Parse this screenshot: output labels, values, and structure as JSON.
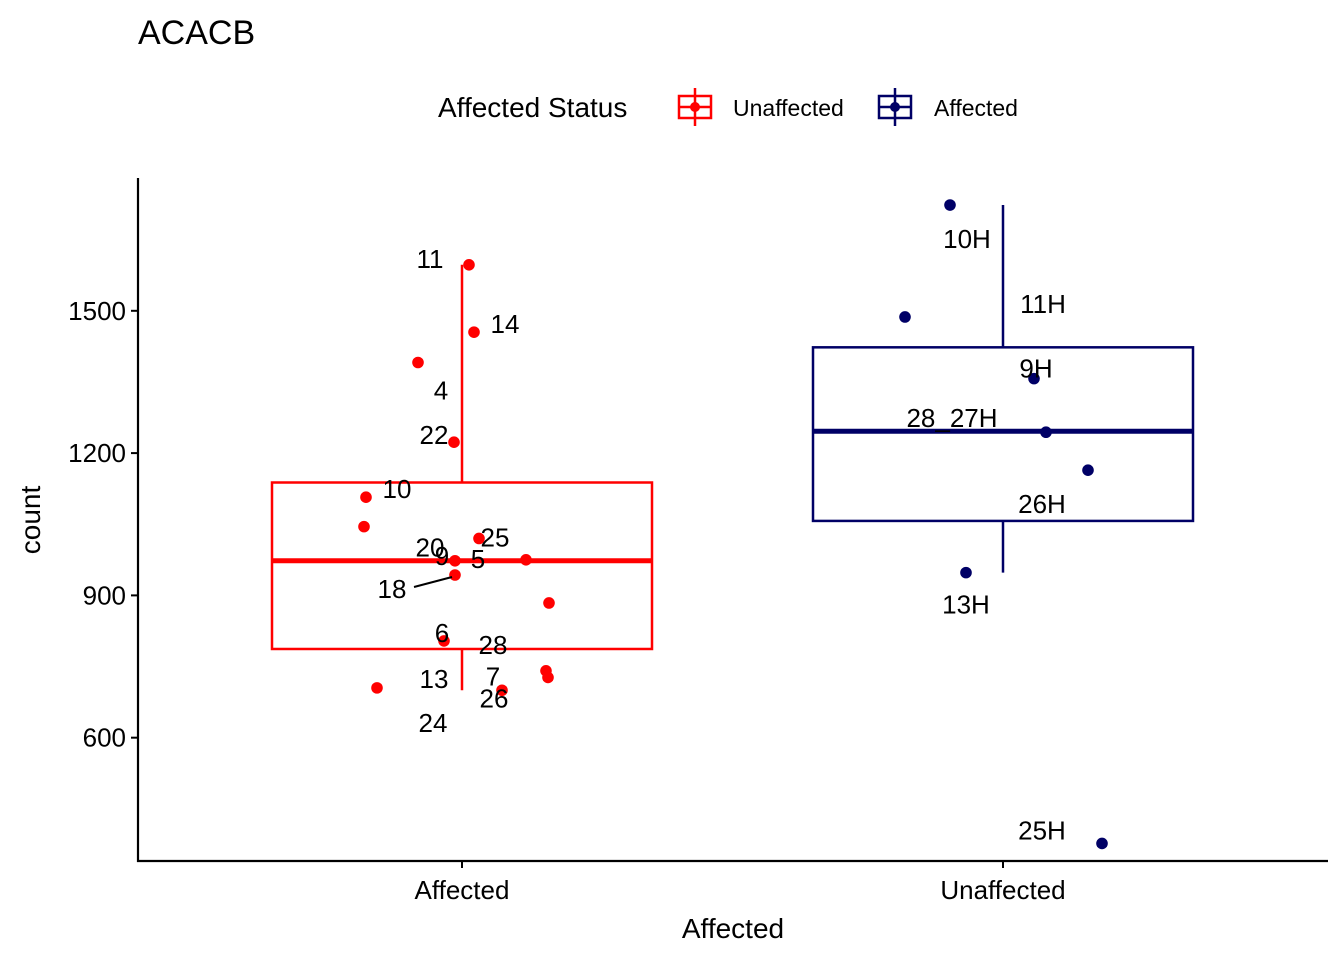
{
  "chart_data": {
    "type": "box",
    "title": "ACACB",
    "xlabel": "Affected",
    "ylabel": "count",
    "ylim": [
      340,
      1780
    ],
    "yticks": [
      600,
      900,
      1200,
      1500
    ],
    "categories": [
      "Affected",
      "Unaffected"
    ],
    "grid": false,
    "legend": {
      "title": "Affected Status",
      "position": "top",
      "entries": [
        {
          "label": "Unaffected",
          "color": "#FF0000"
        },
        {
          "label": "Affected",
          "color": "#000066"
        }
      ]
    },
    "boxes": [
      {
        "category": "Affected",
        "color": "#FF0000",
        "q1": 787,
        "median": 973,
        "q3": 1138,
        "whisker_low": 700,
        "whisker_high": 1597
      },
      {
        "category": "Unaffected",
        "color": "#000066",
        "q1": 1057,
        "median": 1246,
        "q3": 1423,
        "whisker_low": 948,
        "whisker_high": 1723
      }
    ],
    "series": [
      {
        "category": "Affected",
        "color": "#FF0000",
        "points": [
          {
            "label": "11",
            "y": 1597
          },
          {
            "label": "14",
            "y": 1455
          },
          {
            "label": "4",
            "y": 1391
          },
          {
            "label": "22",
            "y": 1223
          },
          {
            "label": "10",
            "y": 1107
          },
          {
            "label": "20",
            "y": 1045
          },
          {
            "label": "25",
            "y": 1020
          },
          {
            "label": "9",
            "y": 975
          },
          {
            "label": "5",
            "y": 973
          },
          {
            "label": "18",
            "y": 943
          },
          {
            "label": "28",
            "y": 884
          },
          {
            "label": "6",
            "y": 804
          },
          {
            "label": "13",
            "y": 741
          },
          {
            "label": "7",
            "y": 727
          },
          {
            "label": "24",
            "y": 705
          },
          {
            "label": "26",
            "y": 700
          }
        ]
      },
      {
        "category": "Unaffected",
        "color": "#000066",
        "points": [
          {
            "label": "10H",
            "y": 1723
          },
          {
            "label": "11H",
            "y": 1487
          },
          {
            "label": "9H",
            "y": 1357
          },
          {
            "label": "28_27H",
            "y": 1244
          },
          {
            "label": "26H",
            "y": 1164
          },
          {
            "label": "13H",
            "y": 948
          },
          {
            "label": "25H",
            "y": 377
          }
        ]
      }
    ]
  }
}
